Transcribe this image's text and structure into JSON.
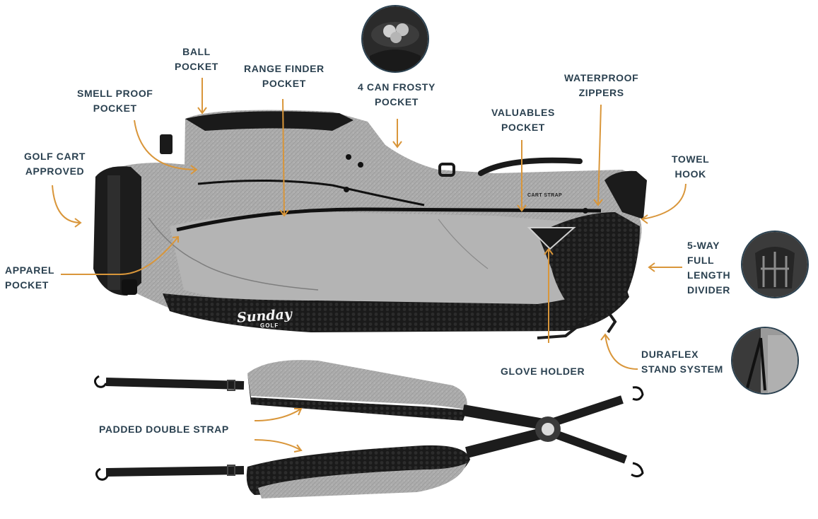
{
  "labels": {
    "ball_pocket": [
      "BALL",
      "POCKET"
    ],
    "range_finder_pocket": [
      "RANGE FINDER",
      "POCKET"
    ],
    "frosty_pocket": [
      "4 CAN FROSTY",
      "POCKET"
    ],
    "waterproof_zippers": [
      "WATERPROOF",
      "ZIPPERS"
    ],
    "smell_proof_pocket": [
      "SMELL PROOF",
      "POCKET"
    ],
    "valuables_pocket": [
      "VALUABLES",
      "POCKET"
    ],
    "golf_cart_approved": [
      "GOLF CART",
      "APPROVED"
    ],
    "towel_hook": [
      "TOWEL",
      "HOOK"
    ],
    "divider": [
      "5-WAY",
      "FULL",
      "LENGTH",
      "DIVIDER"
    ],
    "apparel_pocket": [
      "APPAREL",
      "POCKET"
    ],
    "glove_holder": "GLOVE HOLDER",
    "duraflex": [
      "DURAFLEX",
      "STAND SYSTEM"
    ],
    "padded_strap": "PADDED DOUBLE STRAP"
  },
  "bag": {
    "brand": "Sunday",
    "brand_sub": "GOLF",
    "cart_strap_tag": "CART STRAP"
  },
  "colors": {
    "label_text": "#2b4150",
    "arrow": "#d9963a",
    "fabric": "#a9a9a9",
    "trim": "#1b1b1b"
  }
}
